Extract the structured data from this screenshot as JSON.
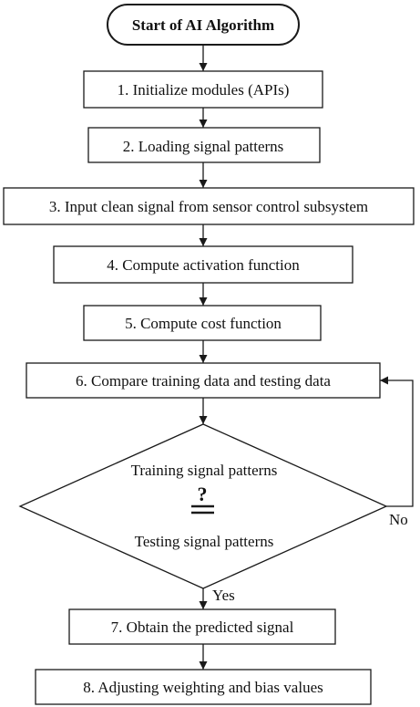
{
  "start": "Start of AI Algorithm",
  "steps": [
    "1. Initialize modules (APIs)",
    "2. Loading signal patterns",
    "3. Input clean signal from sensor control subsystem",
    "4. Compute activation function",
    "5. Compute cost function",
    "6. Compare training data and testing data",
    "7. Obtain the predicted signal",
    "8. Adjusting weighting and bias values"
  ],
  "decision": {
    "top_text": "Training signal patterns",
    "symbol": "?",
    "bottom_text": "Testing signal patterns",
    "yes_label": "Yes",
    "no_label": "No"
  },
  "colors": {
    "line": "#1a1a1a",
    "fill": "#ffffff",
    "text": "#111111"
  }
}
